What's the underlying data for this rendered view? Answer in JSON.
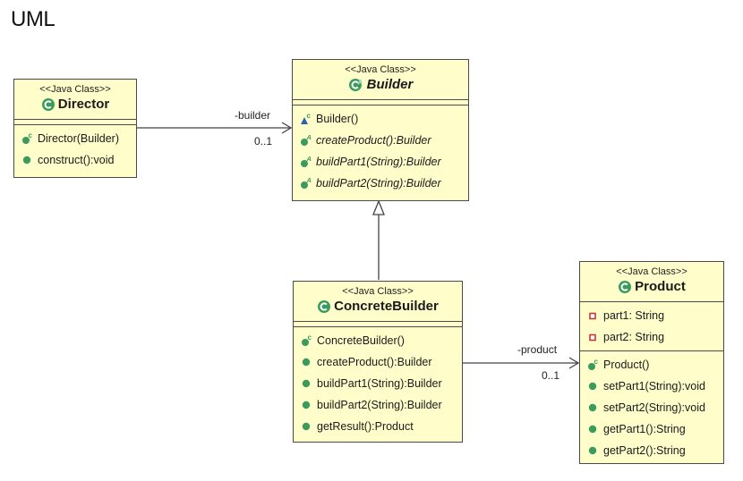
{
  "page": {
    "title": "UML"
  },
  "classes": {
    "director": {
      "stereotype": "<<Java Class>>",
      "name": "Director",
      "attributes": [],
      "operations": [
        {
          "text": "Director(Builder)",
          "icon": "constructor-public-icon"
        },
        {
          "text": "construct():void",
          "icon": "method-public-icon"
        }
      ]
    },
    "builder": {
      "stereotype": "<<Java Class>>",
      "name": "Builder",
      "abstract": true,
      "attributes": [],
      "operations": [
        {
          "text": "Builder()",
          "icon": "constructor-protected-icon",
          "abstract": false
        },
        {
          "text": "createProduct():Builder",
          "icon": "method-abstract-icon",
          "abstract": true
        },
        {
          "text": "buildPart1(String):Builder",
          "icon": "method-abstract-icon",
          "abstract": true
        },
        {
          "text": "buildPart2(String):Builder",
          "icon": "method-abstract-icon",
          "abstract": true
        }
      ]
    },
    "concrete_builder": {
      "stereotype": "<<Java Class>>",
      "name": "ConcreteBuilder",
      "attributes": [],
      "operations": [
        {
          "text": "ConcreteBuilder()",
          "icon": "constructor-public-icon"
        },
        {
          "text": "createProduct():Builder",
          "icon": "method-public-icon"
        },
        {
          "text": "buildPart1(String):Builder",
          "icon": "method-public-icon"
        },
        {
          "text": "buildPart2(String):Builder",
          "icon": "method-public-icon"
        },
        {
          "text": "getResult():Product",
          "icon": "method-public-icon"
        }
      ]
    },
    "product": {
      "stereotype": "<<Java Class>>",
      "name": "Product",
      "attributes": [
        {
          "text": "part1: String",
          "icon": "field-private-icon"
        },
        {
          "text": "part2: String",
          "icon": "field-private-icon"
        }
      ],
      "operations": [
        {
          "text": "Product()",
          "icon": "constructor-public-icon"
        },
        {
          "text": "setPart1(String):void",
          "icon": "method-public-icon"
        },
        {
          "text": "setPart2(String):void",
          "icon": "method-public-icon"
        },
        {
          "text": "getPart1():String",
          "icon": "method-public-icon"
        },
        {
          "text": "getPart2():String",
          "icon": "method-public-icon"
        }
      ]
    }
  },
  "relations": {
    "director_builder": {
      "type": "association",
      "role": "-builder",
      "multiplicity": "0..1"
    },
    "concrete_generalization": {
      "type": "generalization"
    },
    "concrete_product": {
      "type": "association",
      "role": "-product",
      "multiplicity": "0..1"
    }
  },
  "colors": {
    "class_fill": "#fffecb",
    "class_border": "#4a4a4a",
    "public_green": "#3a9b5c",
    "protected_blue": "#2d5fb5",
    "private_red": "#c43a3a"
  }
}
